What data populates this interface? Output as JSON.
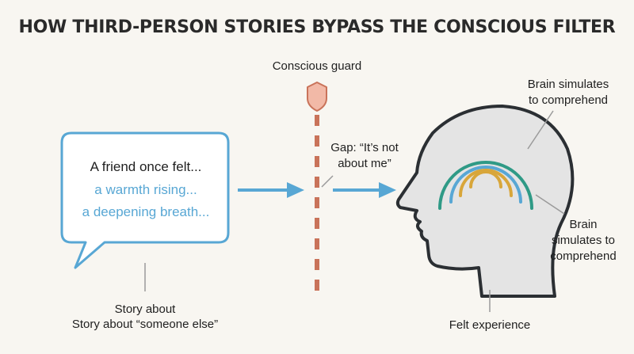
{
  "title": "HOW THIRD-PERSON STORIES BYPASS THE CONSCIOUS FILTER",
  "guard": {
    "label": "Conscious guard",
    "icon": "shield-icon"
  },
  "bubble": {
    "line1": "A friend once felt...",
    "line2": "a warmth rising...",
    "line3": "a deepening breath...",
    "accent_color": "#58a7d4"
  },
  "story_caption": {
    "line1": "Story about",
    "line2": "Story about “someone else”"
  },
  "gap": {
    "line1": "Gap: “It’s not",
    "line2": "about me”"
  },
  "brain_top": {
    "line1": "Brain simulates",
    "line2": "to comprehend"
  },
  "brain_right": {
    "line1": "Brain",
    "line2": "simulates to",
    "line3": "comprehend"
  },
  "felt_caption": "Felt experience",
  "colors": {
    "arrow": "#58a7d4",
    "guard_line": "#c9735a",
    "shield_fill": "#f2b9a7",
    "head_fill": "#e4e4e4",
    "head_stroke": "#2b2f33",
    "arc_outer": "#2f9a86",
    "arc_middle": "#58a7d4",
    "arc_inner": "#d8a63a"
  }
}
